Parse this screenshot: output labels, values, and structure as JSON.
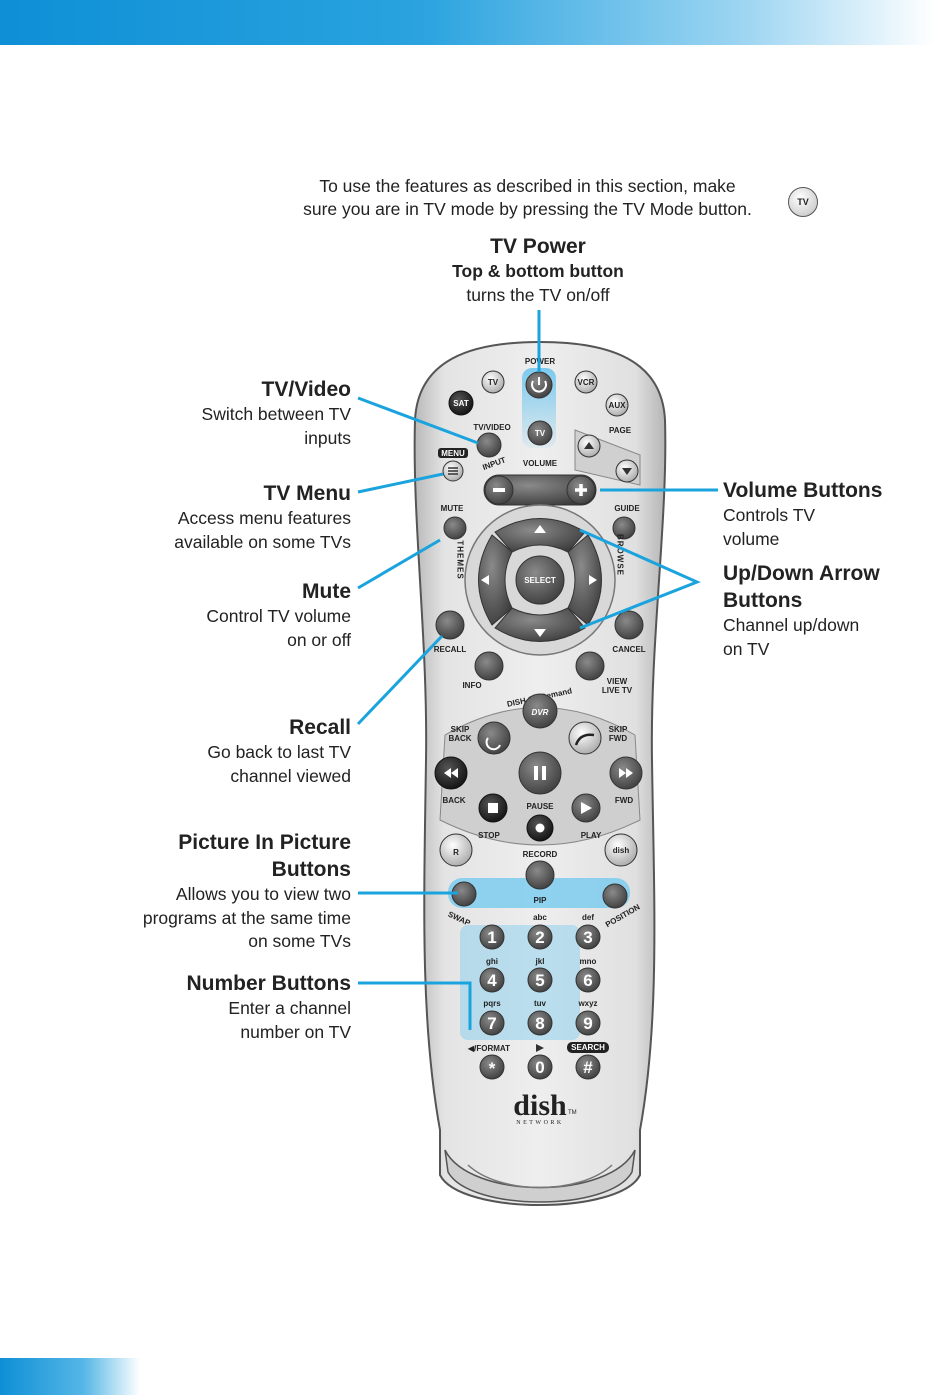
{
  "intro": {
    "line1": "To use the features as described in this section, make",
    "line2": "sure you are in TV mode by pressing the TV Mode button.",
    "tv_icon_label": "TV"
  },
  "callouts": {
    "tv_power": {
      "title": "TV Power",
      "sub": "Top & bottom button",
      "desc1": "turns the TV on/off"
    },
    "tv_video": {
      "title": "TV/Video",
      "desc1": "Switch between TV",
      "desc2": "inputs"
    },
    "tv_menu": {
      "title": "TV Menu",
      "desc1": "Access menu features",
      "desc2": "available on some TVs"
    },
    "mute": {
      "title": "Mute",
      "desc1": "Control TV volume",
      "desc2": "on or off"
    },
    "recall": {
      "title": "Recall",
      "desc1": "Go back to last TV",
      "desc2": "channel viewed"
    },
    "pip": {
      "title1": "Picture In Picture",
      "title2": "Buttons",
      "desc1": "Allows you to view two",
      "desc2": "programs at the same time",
      "desc3": "on some TVs"
    },
    "number": {
      "title": "Number Buttons",
      "desc1": "Enter a channel",
      "desc2": "number on TV"
    },
    "volume": {
      "title": "Volume Buttons",
      "desc1": "Controls TV",
      "desc2": "volume"
    },
    "updown": {
      "title1": "Up/Down Arrow",
      "title2": "Buttons",
      "desc1": "Channel up/down",
      "desc2": "on TV"
    }
  },
  "remote": {
    "power": "POWER",
    "tv": "TV",
    "vcr": "VCR",
    "sat": "SAT",
    "aux": "AUX",
    "page": "PAGE",
    "tv_video": "TV/VIDEO",
    "input": "INPUT",
    "menu": "MENU",
    "volume": "VOLUME",
    "mute": "MUTE",
    "guide": "GUIDE",
    "themes": "THEMES",
    "browse": "BROWSE",
    "select": "SELECT",
    "recall": "RECALL",
    "cancel": "CANCEL",
    "info": "INFO",
    "view_live_tv_1": "VIEW",
    "view_live_tv_2": "LIVE TV",
    "dish_on_demand": "DISH On Demand",
    "dvr": "DVR",
    "skip_back_1": "SKIP",
    "skip_back_2": "BACK",
    "skip_fwd_1": "SKIP",
    "skip_fwd_2": "FWD",
    "back": "BACK",
    "fwd": "FWD",
    "pause": "PAUSE",
    "stop": "STOP",
    "play": "PLAY",
    "record": "RECORD",
    "pip": "PIP",
    "swap": "SWAP",
    "position": "POSITION",
    "letters": [
      "abc",
      "def",
      "ghi",
      "jkl",
      "mno",
      "pqrs",
      "tuv",
      "wxyz"
    ],
    "digits": [
      "1",
      "2",
      "3",
      "4",
      "5",
      "6",
      "7",
      "8",
      "9",
      "*",
      "0",
      "#"
    ],
    "format": "◀/FORMAT",
    "search": "SEARCH",
    "logo": "dish",
    "logo_sub": "NETWORK",
    "logo_tm": "TM"
  },
  "colors": {
    "accent": "#1aa3dd",
    "bar": "#0e8fd6",
    "remote_body": "#dcdcdc",
    "button_dark": "#5a5a5a",
    "button_black": "#222222"
  }
}
